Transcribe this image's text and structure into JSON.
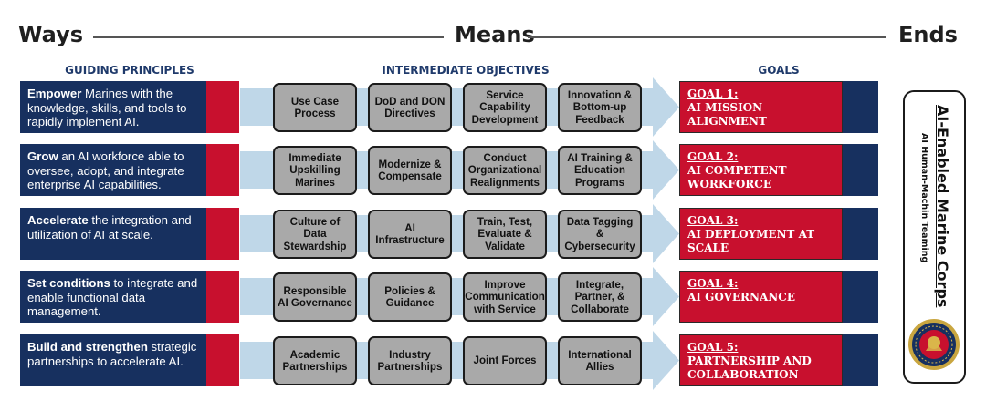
{
  "header": {
    "ways": "Ways",
    "means": "Means",
    "ends": "Ends"
  },
  "columns": {
    "guiding": "GUIDING PRINCIPLES",
    "intermediate": "INTERMEDIATE OBJECTIVES",
    "goals": "GOALS"
  },
  "principles": [
    {
      "lead": "Empower",
      "rest": " Marines with the knowledge, skills, and tools to rapidly implement AI."
    },
    {
      "lead": "Grow",
      "rest": " an AI workforce able to oversee, adopt, and integrate enterprise AI capabilities."
    },
    {
      "lead": "Accelerate",
      "rest": " the integration and utilization of AI at scale."
    },
    {
      "lead": "Set conditions",
      "rest": " to integrate and enable functional data management."
    },
    {
      "lead": "Build and strengthen",
      "rest": " strategic partnerships to accelerate AI."
    }
  ],
  "objectives": [
    [
      "Use Case Process",
      "DoD and DON Directives",
      "Service Capability Development",
      "Innovation & Bottom-up Feedback"
    ],
    [
      "Immediate Upskilling Marines",
      "Modernize & Compensate",
      "Conduct Organizational Realignments",
      "AI Training & Education Programs"
    ],
    [
      "Culture of Data Stewardship",
      "AI Infrastructure",
      "Train, Test, Evaluate & Validate",
      "Data Tagging & Cybersecurity"
    ],
    [
      "Responsible AI Governance",
      "Policies & Guidance",
      "Improve Communication with Service",
      "Integrate, Partner, & Collaborate"
    ],
    [
      "Academic Partnerships",
      "Industry Partnerships",
      "Joint Forces",
      "International Allies"
    ]
  ],
  "goals": [
    {
      "number": "GOAL 1:",
      "title": "AI MISSION ALIGNMENT"
    },
    {
      "number": "GOAL 2:",
      "title": "AI COMPETENT WORKFORCE"
    },
    {
      "number": "GOAL 3:",
      "title": "AI DEPLOYMENT AT SCALE"
    },
    {
      "number": "GOAL 4:",
      "title": "AI GOVERNANCE"
    },
    {
      "number": "GOAL 5:",
      "title": "PARTNERSHIP AND COLLABORATION"
    }
  ],
  "side_panel": {
    "title": "AI-Enabled Marine Corps",
    "subtitle": "AI Human-Machin Teaming"
  },
  "colors": {
    "navy": "#17305f",
    "red": "#c8102e",
    "arrow_band": "#bfd7e8",
    "objective_fill": "#a9a9a9"
  }
}
